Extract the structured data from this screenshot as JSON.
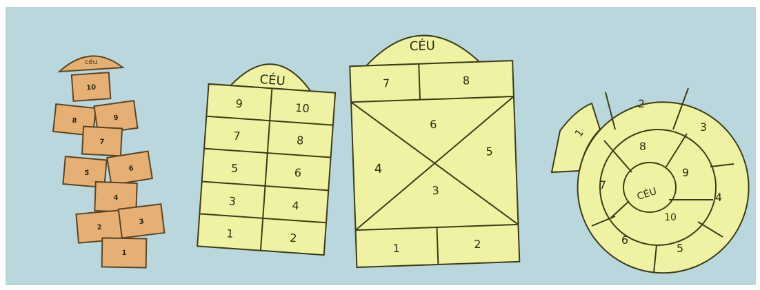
{
  "canvas": {
    "background": "#b9d7dc"
  },
  "colors": {
    "orange_square": "#e6b074",
    "yellow_square": "#eef2a2",
    "outline": "#3d3a16"
  },
  "hopscotch_1": {
    "sky": "céu",
    "squares": [
      "1",
      "2",
      "3",
      "4",
      "5",
      "6",
      "7",
      "8",
      "9",
      "10"
    ]
  },
  "hopscotch_2": {
    "sky": "CÉU",
    "squares": [
      "1",
      "2",
      "3",
      "4",
      "5",
      "6",
      "7",
      "8",
      "9",
      "10"
    ]
  },
  "hopscotch_3": {
    "sky": "CÉU",
    "squares": [
      "1",
      "2",
      "3",
      "4",
      "5",
      "6",
      "7",
      "8"
    ]
  },
  "hopscotch_4": {
    "sky": "CÉU",
    "squares": [
      "1",
      "2",
      "3",
      "4",
      "5",
      "6",
      "7",
      "8",
      "9",
      "10"
    ]
  }
}
